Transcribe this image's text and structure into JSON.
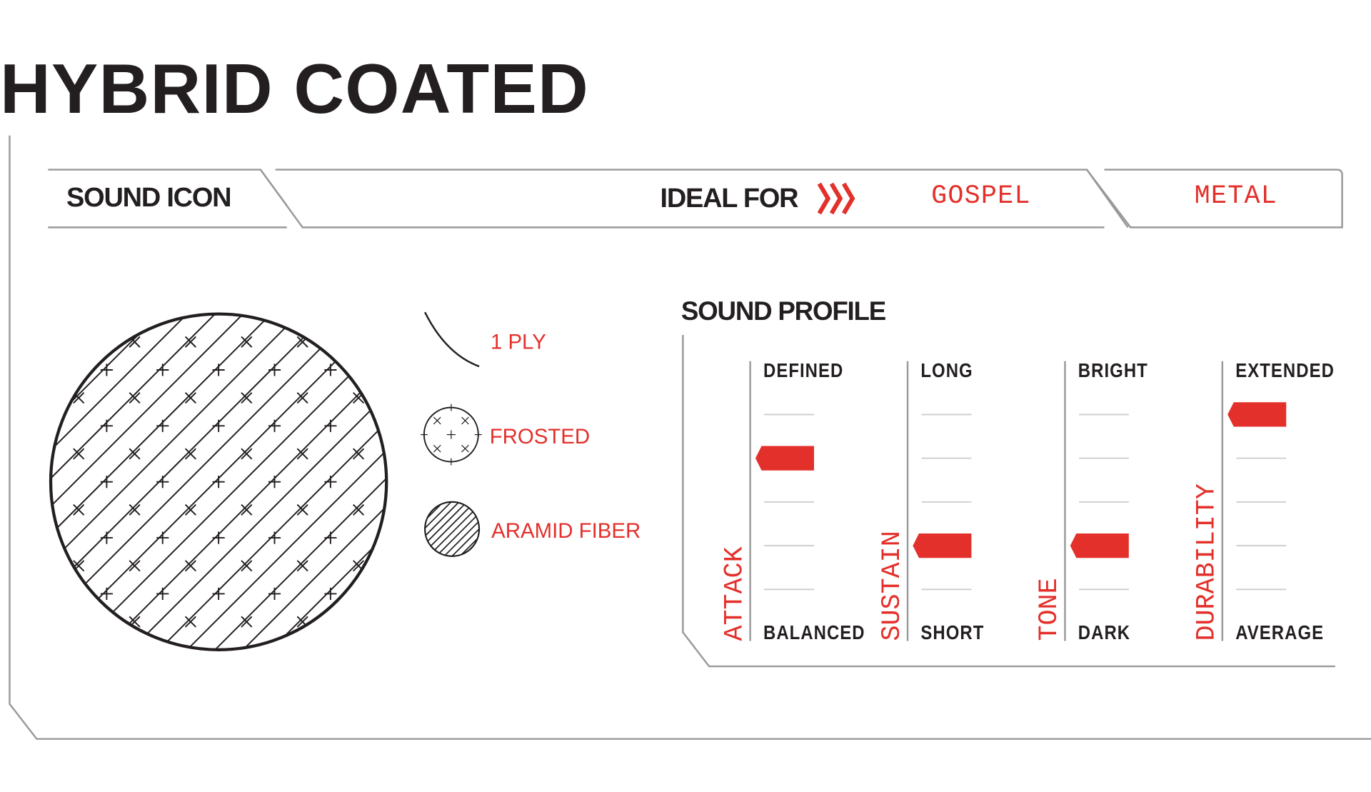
{
  "title": "HYBRID COATED",
  "header": {
    "sound_icon_label": "SOUND ICON",
    "ideal_for_label": "IDEAL FOR",
    "genres": [
      "GOSPEL",
      "METAL"
    ]
  },
  "legend": [
    {
      "icon": "ply-arc-icon",
      "label": "1 PLY"
    },
    {
      "icon": "frosted-icon",
      "label": "FROSTED"
    },
    {
      "icon": "aramid-fiber-icon",
      "label": "ARAMID FIBER"
    }
  ],
  "sound_profile": {
    "title": "SOUND PROFILE",
    "scale_max": 6,
    "metrics": [
      {
        "name": "ATTACK",
        "top": "DEFINED",
        "bottom": "BALANCED",
        "level": 4
      },
      {
        "name": "SUSTAIN",
        "top": "LONG",
        "bottom": "SHORT",
        "level": 2
      },
      {
        "name": "TONE",
        "top": "BRIGHT",
        "bottom": "DARK",
        "level": 2
      },
      {
        "name": "DURABILITY",
        "top": "EXTENDED",
        "bottom": "AVERAGE",
        "level": 5
      }
    ]
  },
  "colors": {
    "accent": "#e3302b",
    "text": "#231f20",
    "line": "#999999"
  }
}
